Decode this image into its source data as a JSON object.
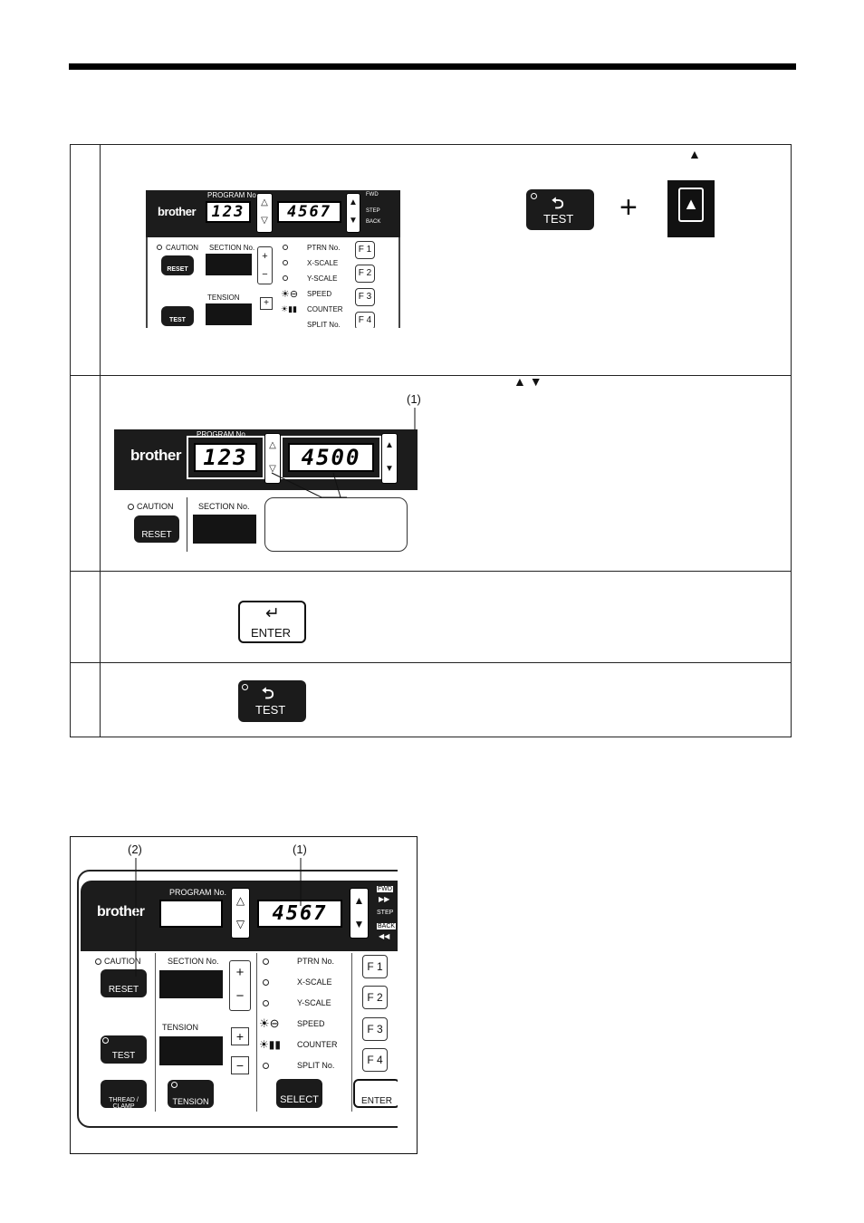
{
  "brand": "brother",
  "labels": {
    "program_no": "PROGRAM No.",
    "fwd": "FWD",
    "step": "STEP",
    "back": "BACK",
    "caution": "CAUTION",
    "reset": "RESET",
    "section_no": "SECTION No.",
    "tension": "TENSION",
    "test": "TEST",
    "enter": "ENTER",
    "select": "SELECT",
    "thread_clamp": "THREAD / CLAMP",
    "ptrn_no": "PTRN No.",
    "x_scale": "X-SCALE",
    "y_scale": "Y-SCALE",
    "speed": "SPEED",
    "counter": "COUNTER",
    "split_no": "SPLIT No.",
    "plus_sign": "+"
  },
  "fkeys": [
    "F 1",
    "F 2",
    "F 3",
    "F 4"
  ],
  "step1": {
    "program_display": "123",
    "value_display": "4567",
    "up_triangle_note": "▲"
  },
  "step2": {
    "program_display": "123",
    "value_display": "4500",
    "arrows_note": "▲    ▼",
    "callout": "(1)"
  },
  "figure2": {
    "program_display": "",
    "value_display": "4567",
    "callout1": "(1)",
    "callout2": "(2)"
  }
}
